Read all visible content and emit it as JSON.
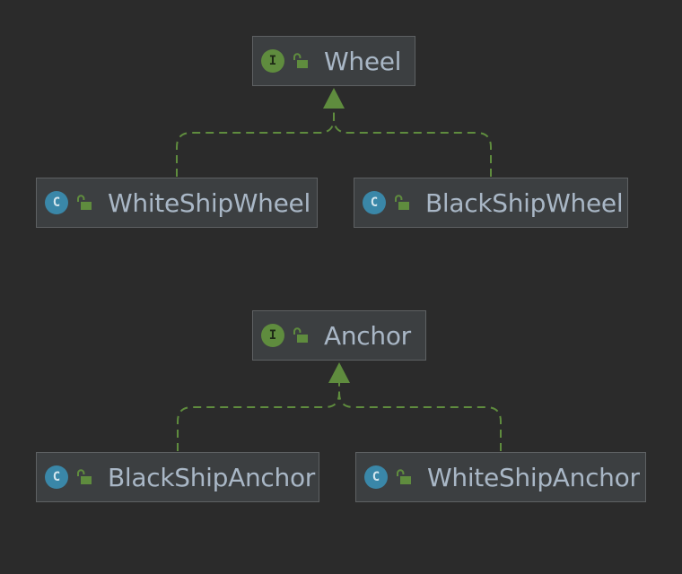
{
  "diagram": {
    "colors": {
      "background": "#2b2b2b",
      "node_fill": "#3c3f41",
      "node_border": "#5e6163",
      "label_text": "#a9b7c6",
      "edge": "#5f8c3e",
      "interface_badge": "#5f8c3e",
      "class_badge": "#3a87a8",
      "public_lock": "#5f8c3e"
    },
    "edge_style": "dashed-realization",
    "groups": [
      {
        "interface": {
          "kind_letter": "I",
          "name": "Wheel",
          "icon": "public-unlocked-icon"
        },
        "implementations": [
          {
            "kind_letter": "C",
            "name": "WhiteShipWheel",
            "icon": "public-unlocked-icon"
          },
          {
            "kind_letter": "C",
            "name": "BlackShipWheel",
            "icon": "public-unlocked-icon"
          }
        ]
      },
      {
        "interface": {
          "kind_letter": "I",
          "name": "Anchor",
          "icon": "public-unlocked-icon"
        },
        "implementations": [
          {
            "kind_letter": "C",
            "name": "BlackShipAnchor",
            "icon": "public-unlocked-icon"
          },
          {
            "kind_letter": "C",
            "name": "WhiteShipAnchor",
            "icon": "public-unlocked-icon"
          }
        ]
      }
    ]
  }
}
